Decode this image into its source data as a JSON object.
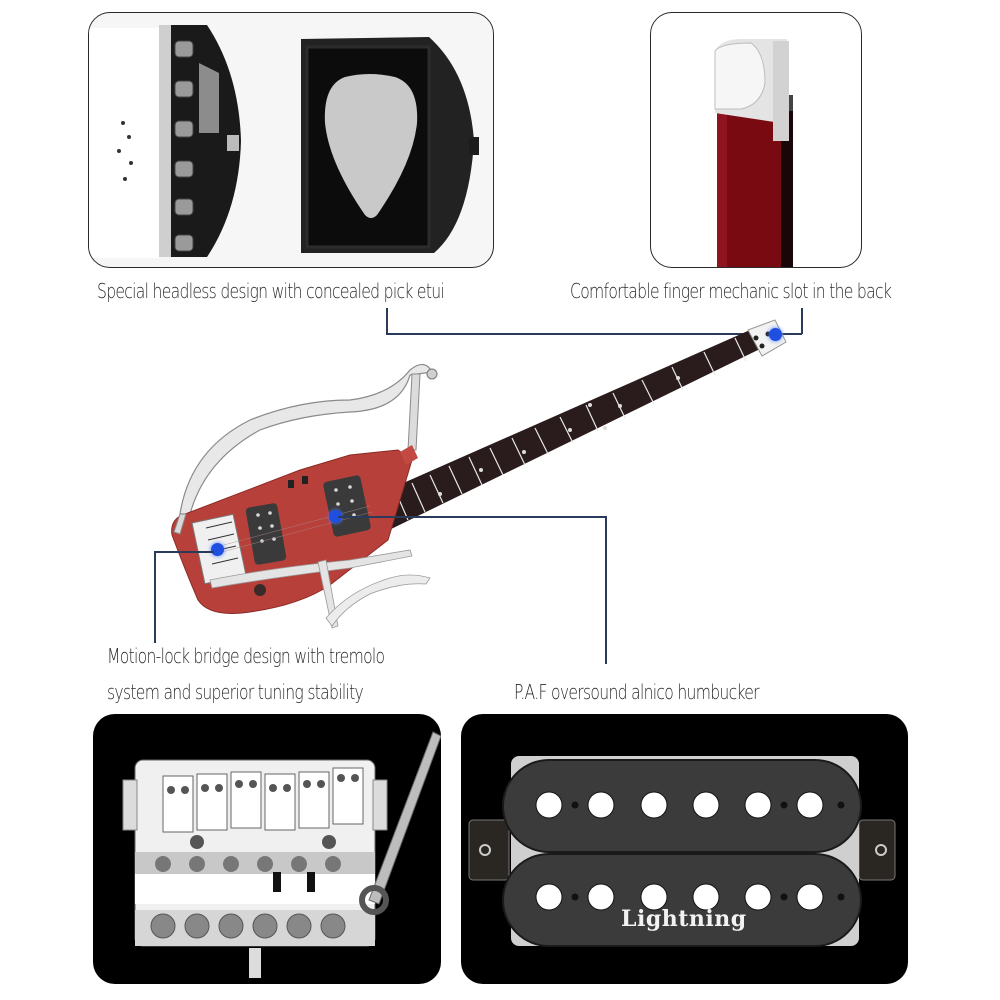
{
  "features": {
    "headless": {
      "caption": "Special headless design with concealed pick etui",
      "image_alt": "headless-bridge-and-pick-holder"
    },
    "finger_slot": {
      "caption": "Comfortable finger mechanic slot in the back",
      "image_alt": "neck-back-finger-slot"
    },
    "bridge": {
      "caption_line1": "Motion-lock bridge design with tremolo",
      "caption_line2": "system and superior tuning stability",
      "image_alt": "tremolo-bridge-closeup"
    },
    "pickup": {
      "caption": "P.A.F oversound alnico humbucker",
      "brand_label": "Lightning",
      "image_alt": "humbucker-pickup-closeup"
    }
  },
  "colors": {
    "callout_line": "#2a3a5a",
    "callout_dot": "#1f4fe0",
    "guitar_body": "#b8403a",
    "neck_red": "#7a0a12",
    "fretboard": "#2a1c1c",
    "panel_dark": "#000000"
  }
}
